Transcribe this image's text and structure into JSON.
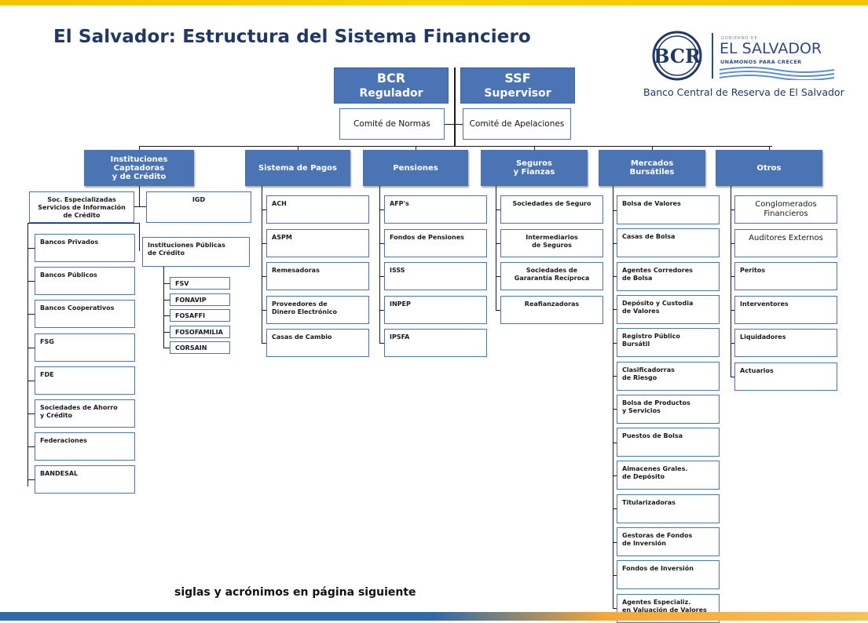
{
  "title": "El Salvador: Estructura del Sistema Financiero",
  "logo": {
    "bcr_monogram": "BCR",
    "gobierno_text": "GOBIERNO DE",
    "el_salvador": "EL SALVADOR",
    "slogan": "UNÁMONOS PARA CRECER",
    "bcr_name": "Banco Central de Reserva de El Salvador"
  },
  "top": {
    "bcr": {
      "line1": "BCR",
      "line2": "Regulador"
    },
    "ssf": {
      "line1": "SSF",
      "line2": "Supervisor"
    },
    "comite_normas": "Comité de Normas",
    "comite_apelaciones": "Comité de Apelaciones"
  },
  "categories": [
    "Instituciones\nCaptadoras\ny de Crédito",
    "Sistema de Pagos",
    "Pensiones",
    "Seguros\ny Fianzas",
    "Mercados\nBursátiles",
    "Otros"
  ],
  "captadoras": {
    "soc_especializadas": "Soc. Especializadas\nServicios de Información\nde Crédito",
    "igd": "IGD",
    "items": [
      "Bancos Privados",
      "Bancos Públicos",
      "Bancos Cooperativos",
      "FSG",
      "FDE",
      "Sociedades de Ahorro\ny Crédito",
      "Federaciones",
      "BANDESAL"
    ],
    "publicas": "Instituciones Públicas\nde Crédito",
    "publicas_items": [
      "FSV",
      "FONAVIP",
      "FOSAFFI",
      "FOSOFAMILIA",
      "CORSAIN"
    ]
  },
  "pagos": [
    "ACH",
    "ASPM",
    "Remesadoras",
    "Proveedores de\nDinero Electrónico",
    "Casas de Cambio"
  ],
  "pensiones": [
    "AFP's",
    "Fondos de Pensiones",
    "ISSS",
    "INPEP",
    "IPSFA"
  ],
  "seguros": [
    "Sociedades de Seguro",
    "Intermediarios\nde Seguros",
    "Sociedades de\nGararantía Recíproca",
    "Reafianzadoras"
  ],
  "mercados": [
    "Bolsa de Valores",
    "Casas de Bolsa",
    "Agentes Corredores\nde Bolsa",
    "Depósito y Custodia\nde Valores",
    "Registro Público\nBursátil",
    "Clasificadorras\nde Riesgo",
    "Bolsa de Productos\ny Servicios",
    "Puestos de Bolsa",
    "Almacenes Grales.\nde Depósito",
    "Titularizadoras",
    "Gestoras de Fondos\nde Inversión",
    "Fondos de Inversión",
    "Agentes Especializ.\nen Valuación de Valores"
  ],
  "otros": [
    "Conglomerados\nFinancieros",
    "Auditores Externos",
    "Peritos",
    "Interventores",
    "Liquidadores",
    "Actuarios"
  ],
  "footnote": "siglas y acrónimos en página siguiente",
  "colors": {
    "header_blue": "#4a74b4",
    "title_navy": "#1f3864",
    "top_bar": "#f5c400"
  }
}
